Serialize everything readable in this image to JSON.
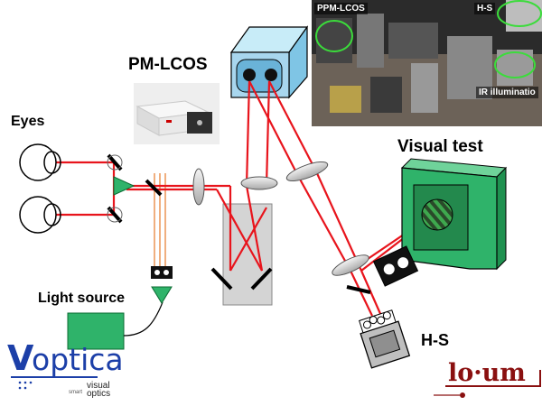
{
  "labels": {
    "eyes": "Eyes",
    "pm_lcos": "PM-LCOS",
    "visual_test": "Visual test",
    "light_source": "Light source",
    "hs": "H-S"
  },
  "photo": {
    "ppm_lcos": "PPM-LCOS",
    "hs": "H-S",
    "ir_illumination": "IR illuminatio"
  },
  "logos": {
    "voptica_v": "V",
    "voptica_rest": "optica",
    "voptica_tag_small": "smart",
    "voptica_tag_visual": "visual",
    "voptica_tag_optics": "optics",
    "loum": "lo·um"
  },
  "colors": {
    "beam": "#e8141c",
    "thin_beam": "#e8843a",
    "device_green": "#2fb36a",
    "lcos_blue": "#a8d6ee",
    "logo_blue": "#1c3fa8",
    "logo_red": "#8a1010",
    "ellipse_green": "#3bdc3b"
  }
}
